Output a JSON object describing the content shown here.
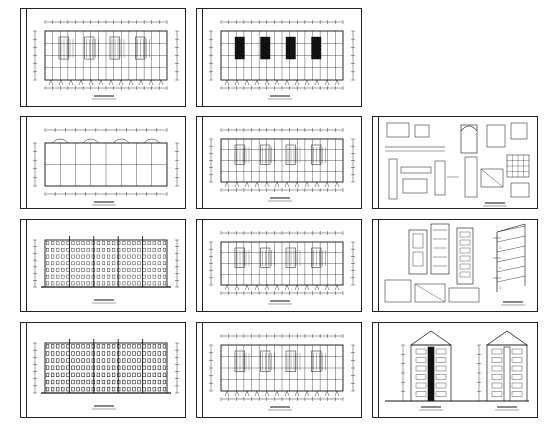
{
  "sheets": [
    {
      "id": "floor-plan-a",
      "kind": "plan"
    },
    {
      "id": "floor-plan-b",
      "kind": "plan-dark"
    },
    {
      "id": "roof-plan",
      "kind": "roof"
    },
    {
      "id": "floor-plan-c",
      "kind": "plan"
    },
    {
      "id": "details-a",
      "kind": "details"
    },
    {
      "id": "elevation-front",
      "kind": "elevation"
    },
    {
      "id": "floor-plan-d",
      "kind": "plan"
    },
    {
      "id": "sections",
      "kind": "section"
    },
    {
      "id": "elevation-back",
      "kind": "elevation"
    },
    {
      "id": "floor-plan-e",
      "kind": "plan"
    },
    {
      "id": "section-elevations",
      "kind": "side-elev"
    }
  ],
  "colors": {
    "line": "#111111",
    "paper": "#ffffff",
    "background": "#ffffff"
  }
}
